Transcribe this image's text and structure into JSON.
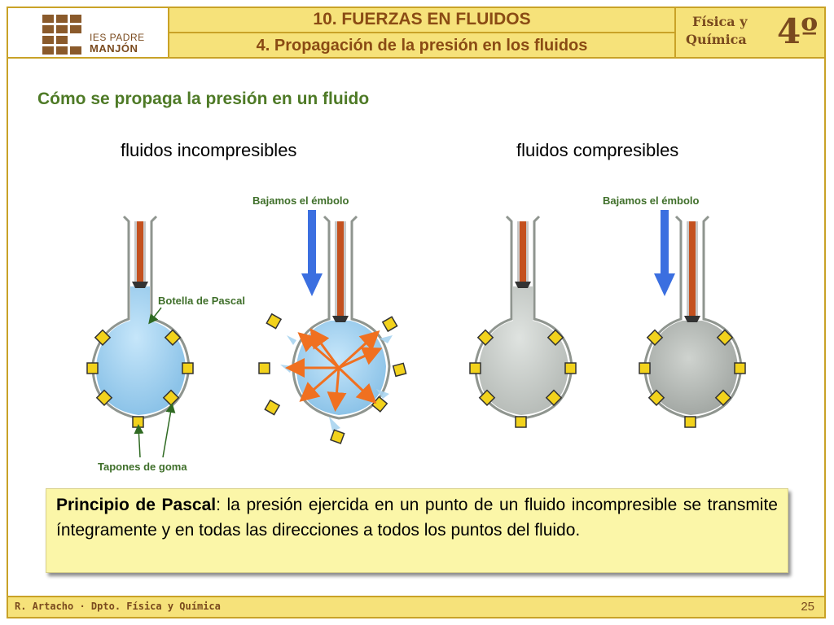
{
  "header": {
    "logo_line1": "IES PADRE",
    "logo_line2": "MANJÓN",
    "title": "10. FUERZAS EN FLUIDOS",
    "subtitle": "4. Propagación de la presión en los fluidos",
    "subject_line1": "Física y",
    "subject_line2": "Química",
    "course": "4º"
  },
  "content": {
    "section_heading": "Cómo se propaga la presión en un fluido",
    "col_incompressible": "fluidos incompresibles",
    "col_compressible": "fluidos compresibles",
    "label_push_1": "Bajamos el émbolo",
    "label_push_2": "Bajamos el émbolo",
    "label_bottle": "Botella de Pascal",
    "label_stoppers": "Tapones de goma",
    "pascal_bold": "Principio de Pascal",
    "pascal_text": ": la presión ejercida en un punto de un fluido incompresible se transmite íntegramente y en todas las direcciones a todos los puntos del fluido."
  },
  "footer": {
    "author": "R. Artacho · Dpto. Física y Química",
    "page": "25"
  },
  "colors": {
    "frame": "#c9a227",
    "band": "#f6e27a",
    "brown_text": "#8a4b14",
    "green_heading": "#4e7a26",
    "water": "#a9d4f0",
    "gas": "#c8cdca",
    "stopper": "#f2d21c",
    "arrow_blue": "#3b6fe0",
    "arrow_orange": "#f07020"
  }
}
